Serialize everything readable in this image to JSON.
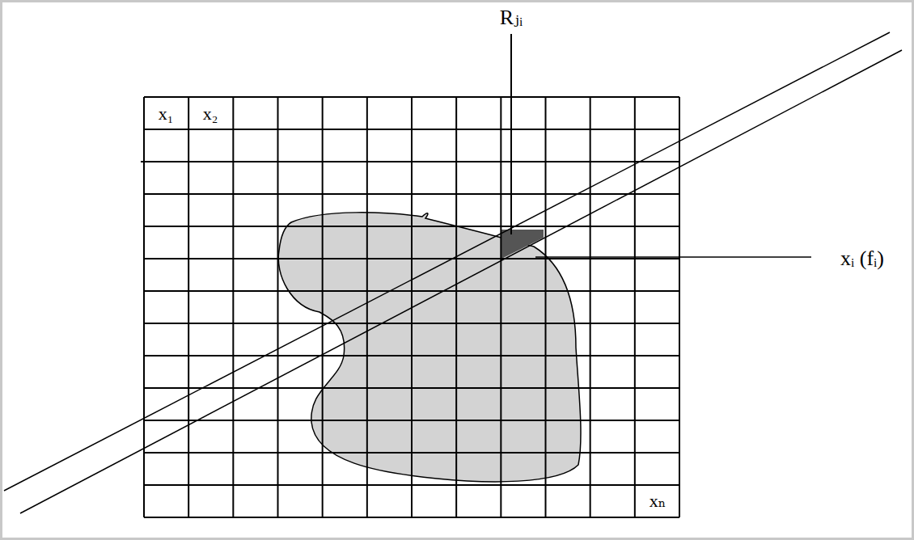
{
  "diagram": {
    "labels": [
      "x₁",
      "x₂",
      "xₙ",
      "Rⱼᵢ",
      "xᵢ (fᵢ)"
    ]
  }
}
